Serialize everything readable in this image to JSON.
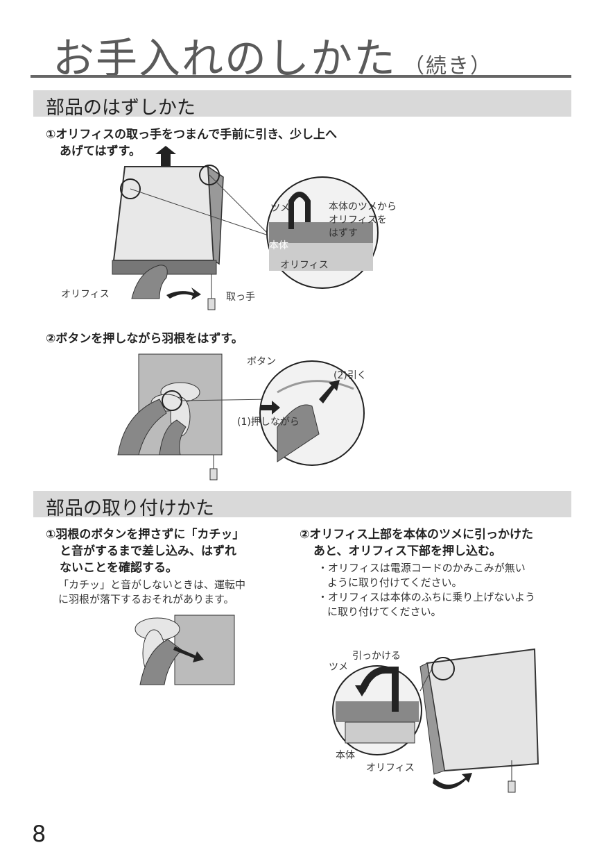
{
  "header": {
    "title": "お手入れのしかた",
    "title_suffix": "（続き）"
  },
  "removal": {
    "heading": "部品のはずしかた",
    "step1": {
      "text_line1": "①オリフィスの取っ手をつまんで手前に引き、少し上へ",
      "text_line2": "あげてはずす。",
      "labels": {
        "orifice": "オリフィス",
        "handle": "取っ手",
        "tsume": "ツメ",
        "body": "本体",
        "orifice_detail": "オリフィス",
        "callout_line1": "本体のツメから",
        "callout_line2": "オリフィスを",
        "callout_line3": "はずす"
      }
    },
    "step2": {
      "text": "②ボタンを押しながら羽根をはずす。",
      "labels": {
        "button": "ボタン",
        "pull": "(2)引く",
        "press": "(1)押しながら"
      }
    }
  },
  "attachment": {
    "heading": "部品の取り付けかた",
    "step1": {
      "text_line1": "①羽根のボタンを押さずに「カチッ」",
      "text_line2": "と音がするまで差し込み、はずれ",
      "text_line3": "ないことを確認する。",
      "note_line1": "「カチッ」と音がしないときは、運転中",
      "note_line2": "に羽根が落下するおそれがあります。"
    },
    "step2": {
      "text_line1": "②オリフィス上部を本体のツメに引っかけた",
      "text_line2": "あと、オリフィス下部を押し込む。",
      "bullet1_line1": "・オリフィスは電源コードのかみこみが無い",
      "bullet1_line2": "ように取り付けてください。",
      "bullet2_line1": "・オリフィスは本体のふちに乗り上げないよう",
      "bullet2_line2": "に取り付けてください。",
      "labels": {
        "hook": "引っかける",
        "tsume": "ツメ",
        "body": "本体",
        "orifice": "オリフィス"
      }
    }
  },
  "page_number": "8"
}
